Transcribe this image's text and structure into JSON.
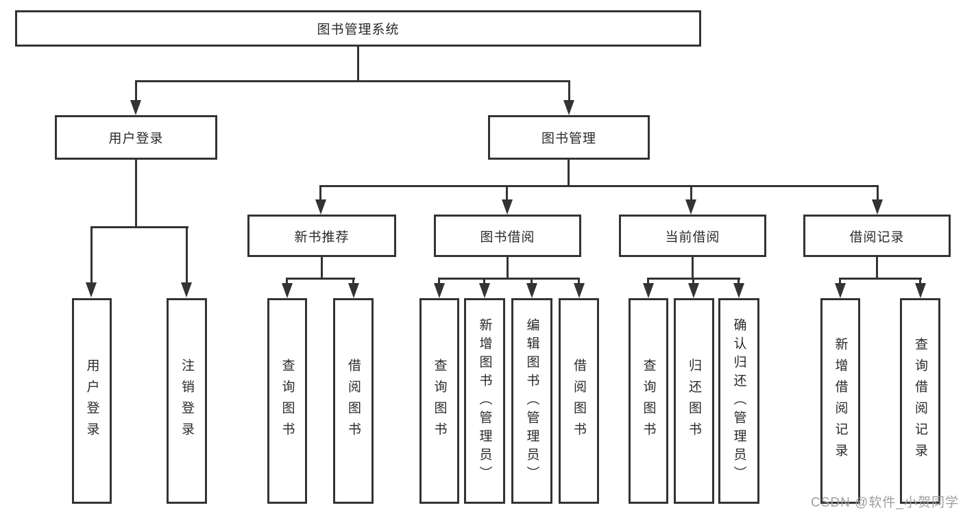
{
  "diagram": {
    "root": {
      "label": "图书管理系统"
    },
    "level2": [
      {
        "label": "用户登录"
      },
      {
        "label": "图书管理"
      }
    ],
    "level3": [
      {
        "label": "新书推荐"
      },
      {
        "label": "图书借阅"
      },
      {
        "label": "当前借阅"
      },
      {
        "label": "借阅记录"
      }
    ],
    "leaves": {
      "user_login": [
        "用户登录",
        "注销登录"
      ],
      "new_book_recommend": [
        "查询图书",
        "借阅图书"
      ],
      "book_borrow": [
        "查询图书",
        "新增图书（管理员）",
        "编辑图书（管理员）",
        "借阅图书"
      ],
      "current_borrow": [
        "查询图书",
        "归还图书",
        "确认归还（管理员）"
      ],
      "borrow_records": [
        "新增借阅记录",
        "查询借阅记录"
      ]
    }
  },
  "watermark": "CSDN @软件_小贺同学",
  "colors": {
    "line": "#333333",
    "text": "#2a2a2a",
    "watermark": "#9e9e9e",
    "background": "#ffffff"
  }
}
